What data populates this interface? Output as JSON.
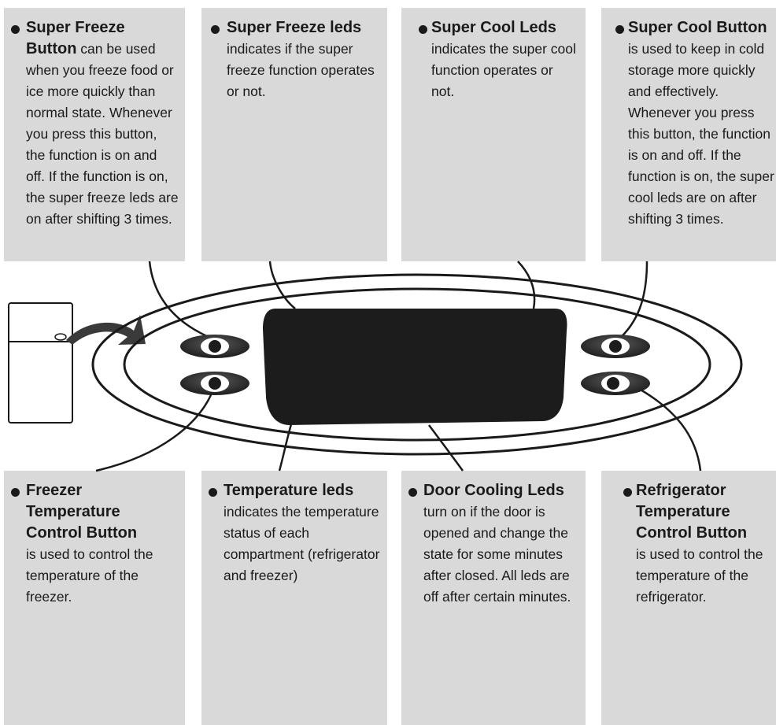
{
  "callouts": {
    "super_freeze_button": {
      "title": "Super Freeze Button",
      "body": "can be used when you freeze food or ice more quickly than normal state. Whenever you press this button, the function is on and off. If the function is on, the super freeze leds are on after shifting 3 times."
    },
    "super_freeze_leds": {
      "title": "Super Freeze leds",
      "body": "indicates if the super freeze function operates or not."
    },
    "super_cool_leds": {
      "title": "Super Cool Leds",
      "body": "indicates the super cool function operates or not."
    },
    "super_cool_button": {
      "title": "Super Cool Button",
      "body": "is used to keep in cold storage more quickly and effectively. Whenever you press this button, the function is on and off. If the function is on, the super cool leds are on after shifting 3 times."
    },
    "freezer_temp_button": {
      "title": "Freezer Temperature Control Button",
      "body": "is used to control the temperature of the freezer."
    },
    "temperature_leds": {
      "title": "Temperature leds",
      "body": "indicates the temperature status of each compartment (refrigerator and freezer)"
    },
    "door_cooling_leds": {
      "title": "Door Cooling Leds",
      "body": "turn on if the door is opened and change the state for some minutes after closed. All leds are off after certain minutes."
    },
    "refrigerator_temp_button": {
      "title": "Refrigerator Temperature Control Button",
      "body": "is used to control the temperature of the refrigerator."
    }
  },
  "colors": {
    "box_fill": "#d9d9d9",
    "display_fill": "#1c1c1c",
    "button_fill": "#2d2d2d",
    "outline": "#1a1a1a"
  }
}
